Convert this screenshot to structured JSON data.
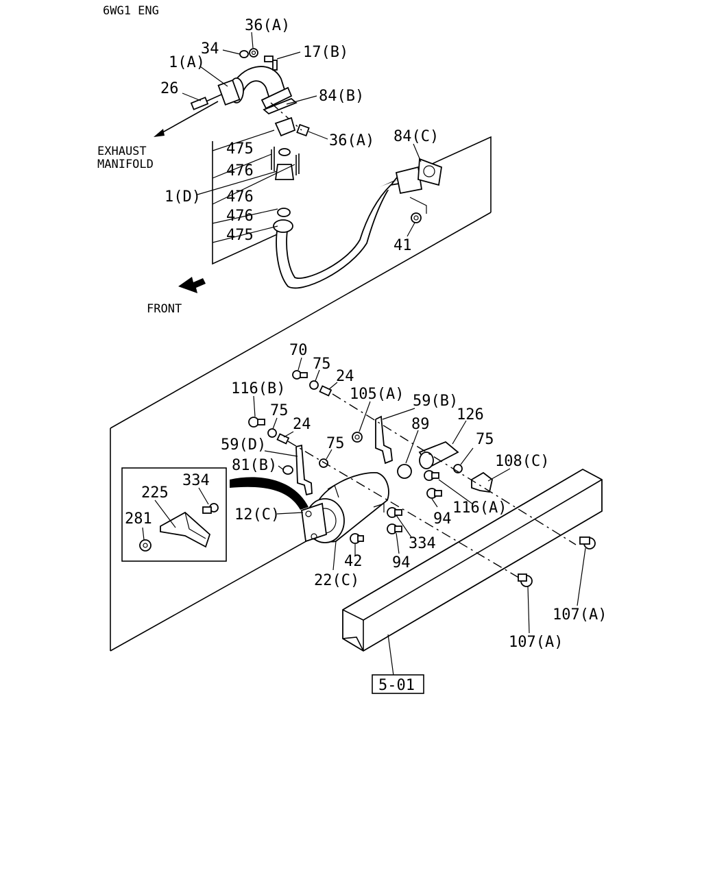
{
  "header": {
    "engine": "6WG1 ENG"
  },
  "callouts": {
    "exhaust_manifold_line1": "EXHAUST",
    "exhaust_manifold_line2": "MANIFOLD",
    "front": "FRONT",
    "reference": "5-01"
  },
  "part_labels": {
    "p36a_top": "36(A)",
    "p34": "34",
    "p17b": "17(B)",
    "p1a": "1(A)",
    "p26": "26",
    "p84b": "84(B)",
    "p36a_mid": "36(A)",
    "p475_a": "475",
    "p476_a": "476",
    "p1d": "1(D)",
    "p476_b": "476",
    "p476_c": "476",
    "p475_b": "475",
    "p84c": "84(C)",
    "p41": "41",
    "p70": "70",
    "p75_a": "75",
    "p24_a": "24",
    "p116b": "116(B)",
    "p75_b": "75",
    "p24_b": "24",
    "p105a": "105(A)",
    "p59b": "59(B)",
    "p126": "126",
    "p89": "89",
    "p59d": "59(D)",
    "p75_c": "75",
    "p75_d": "75",
    "p81b": "81(B)",
    "p108c": "108(C)",
    "p334_inset": "334",
    "p225": "225",
    "p12c": "12(C)",
    "p281": "281",
    "p94_a": "94",
    "p116a": "116(A)",
    "p334": "334",
    "p42": "42",
    "p94_b": "94",
    "p22c": "22(C)",
    "p107a_right": "107(A)",
    "p107a_left": "107(A)"
  },
  "colors": {
    "ink": "#000000",
    "paper": "#ffffff"
  }
}
